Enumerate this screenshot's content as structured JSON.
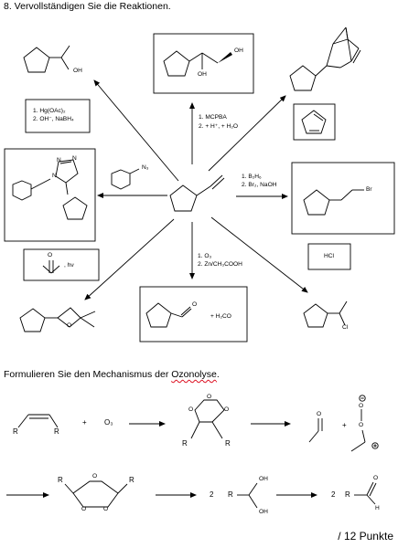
{
  "task_title": "8. Vervollständigen Sie die Reaktionen.",
  "reagents": {
    "hg_line1": "1. Hg(OAc)₂",
    "hg_line2": "2. OH⁻, NaBH₄",
    "mcpba_line1": "1. MCPBA",
    "mcpba_line2": "2. + H⁺, + H₂O",
    "boron_line1": "1. B₂H₆",
    "boron_line2": "2. Br₂, NaOH",
    "azide_label": "N₃",
    "hv_label": ", hν",
    "hcl_label": "HCl",
    "ozone_line1": "1. O₃",
    "ozone_line2": "2. Zn/CH₃COOH",
    "h2co_label": "+ H₂CO"
  },
  "atoms": {
    "oh": "OH",
    "cl": "Cl",
    "br": "Br",
    "o": "O",
    "n": "N",
    "r": "R",
    "h": "H",
    "two": "2",
    "plus": "+",
    "ozone": "O₃"
  },
  "mechanism": {
    "heading_prefix": "Formulieren Sie den Mechanismus der ",
    "heading_word": "Ozonolyse",
    "heading_suffix": "."
  },
  "score": "/ 12 Punkte"
}
